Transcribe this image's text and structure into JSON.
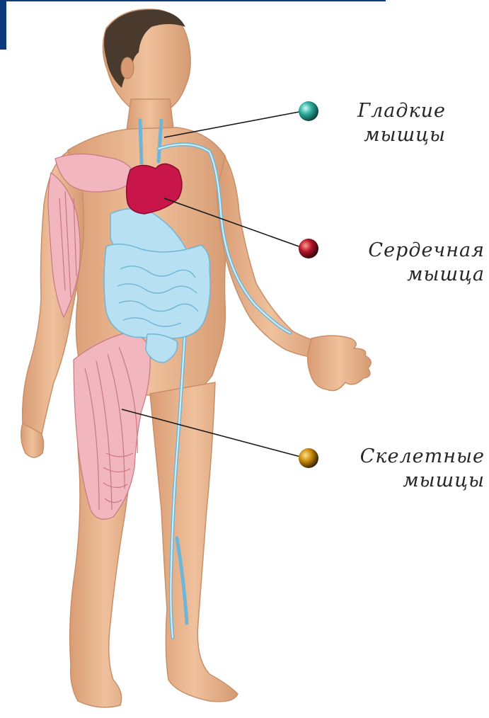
{
  "labels": {
    "smooth": {
      "line1": "Гладкие",
      "line2": "мышцы",
      "marker_color": "#2aa99a"
    },
    "cardiac": {
      "line1": "Сердечная",
      "line2": "мышца",
      "marker_color": "#b1142a"
    },
    "skeletal": {
      "line1": "Скелетные",
      "line2": "мышцы",
      "marker_color": "#c98a0c"
    }
  },
  "colors": {
    "skin": "#e8b58d",
    "skin_shade": "#c98f68",
    "hair": "#4a3a2e",
    "skeletal_muscle": "#f1b6be",
    "muscle_stroke": "#c97883",
    "heart": "#c8154a",
    "smooth_muscle": "#b7e1f3",
    "smooth_stroke": "#6fb6d6",
    "accent_bar": "#0d3a7a"
  },
  "icons": [
    "smooth-muscle-marker-icon",
    "cardiac-muscle-marker-icon",
    "skeletal-muscle-marker-icon"
  ]
}
